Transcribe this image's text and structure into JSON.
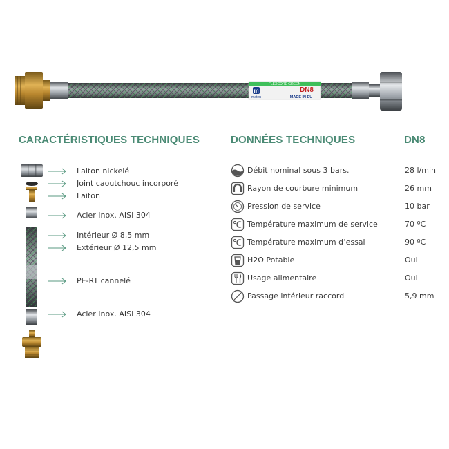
{
  "product_label": {
    "brand_band": "FLEXCORE GREEN",
    "logo_letter": "m",
    "logo_text": "mateu",
    "size": "DN8",
    "origin": "MADE IN EU"
  },
  "left_heading": "CARACTÉRISTIQUES TECHNIQUES",
  "right_heading": "DONNÉES TECHNIQUES",
  "dn_heading": "DN8",
  "components": [
    "Laiton nickelé",
    "Joint caoutchouc incorporé",
    "Laiton",
    "Acier Inox. AISI 304",
    "Intérieur Ø 8,5 mm",
    "Extérieur Ø 12,5 mm",
    "PE-RT cannelé",
    "Acier Inox. AISI 304"
  ],
  "specs": [
    {
      "icon": "water-level-icon",
      "label": "Débit nominal sous 3 bars.",
      "value": "28 l/min"
    },
    {
      "icon": "bend-radius-icon",
      "label": "Rayon de courbure minimum",
      "value": "26 mm"
    },
    {
      "icon": "pressure-gauge-icon",
      "label": "Pression de service",
      "value": "10 bar"
    },
    {
      "icon": "temperature-icon",
      "label": "Température maximum de service",
      "value": "70 ºC"
    },
    {
      "icon": "temperature-icon",
      "label": "Température maximum d’essai",
      "value": "90 ºC"
    },
    {
      "icon": "drinking-water-icon",
      "label": "H2O Potable",
      "value": "Oui"
    },
    {
      "icon": "cutlery-icon",
      "label": "Usage alimentaire",
      "value": "Oui"
    },
    {
      "icon": "diameter-icon",
      "label": "Passage intérieur raccord",
      "value": "5,9 mm"
    }
  ],
  "colors": {
    "heading": "#4a8a74",
    "arrow": "#5a9a82",
    "brass": "#b8862e",
    "chrome": "#9aa0a6",
    "braid_green": "#3fbf5a"
  }
}
